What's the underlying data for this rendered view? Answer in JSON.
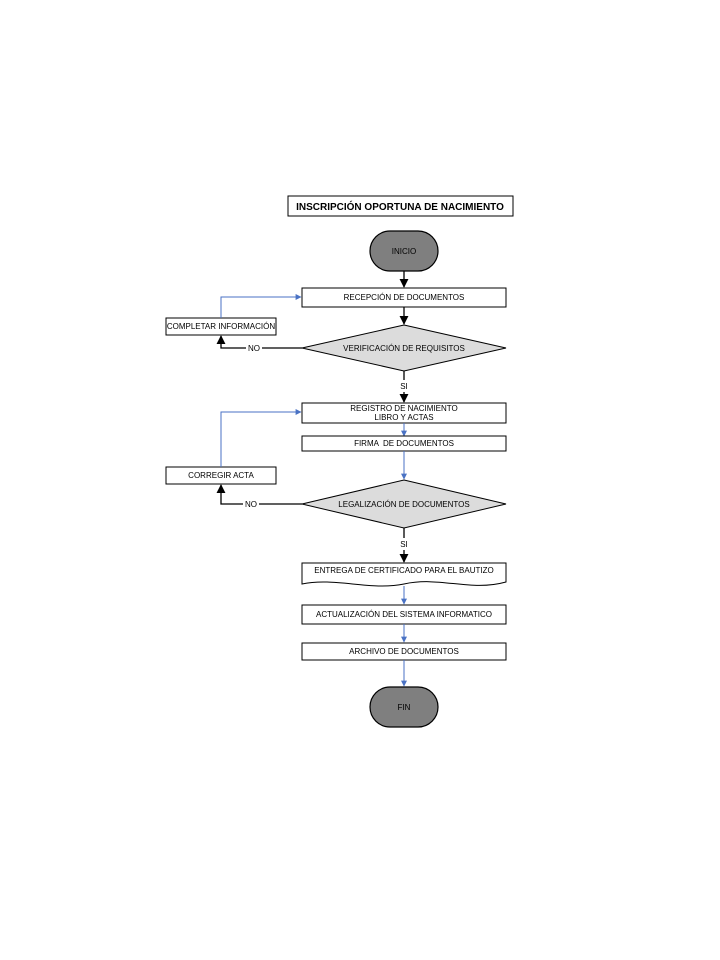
{
  "title": "INSCRIPCIÓN OPORTUNA DE NACIMIENTO",
  "nodes": {
    "inicio": "INICIO",
    "recepcion": "RECEPCIÓN DE DOCUMENTOS",
    "verificacion": "VERIFICACIÓN DE REQUISITOS",
    "completar": "COMPLETAR INFORMACIÓN",
    "registro_line1": "REGISTRO DE NACIMIENTO",
    "registro_line2": "LIBRO Y ACTAS",
    "firma": "FIRMA  DE DOCUMENTOS",
    "legalizacion": "LEGALIZACIÓN DE DOCUMENTOS",
    "corregir": "CORREGIR ACTA",
    "entrega": "ENTREGA DE CERTIFICADO PARA EL BAUTIZO",
    "actualizacion": "ACTUALIZACIÓN DEL SISTEMA INFORMATICO",
    "archivo": "ARCHIVO DE DOCUMENTOS",
    "fin": "FIN"
  },
  "edge_labels": {
    "no_1": "NO",
    "si_1": "SI",
    "no_2": "NO",
    "si_2": "SI"
  },
  "colors": {
    "terminal_fill": "#7f7f7f",
    "decision_fill": "#dcdcdc",
    "feedback_line": "#4a72c4"
  }
}
